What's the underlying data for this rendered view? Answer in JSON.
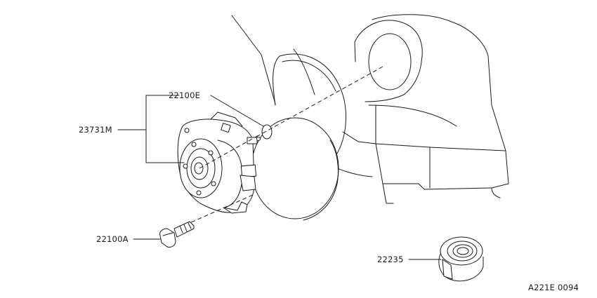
{
  "labels": {
    "p22100E": "22100E",
    "p23731M": "23731M",
    "p22100A": "22100A",
    "p22235": "22235"
  },
  "figure_code": "A221E 0094",
  "colors": {
    "line": "#1a1a1a",
    "background": "#ffffff"
  }
}
